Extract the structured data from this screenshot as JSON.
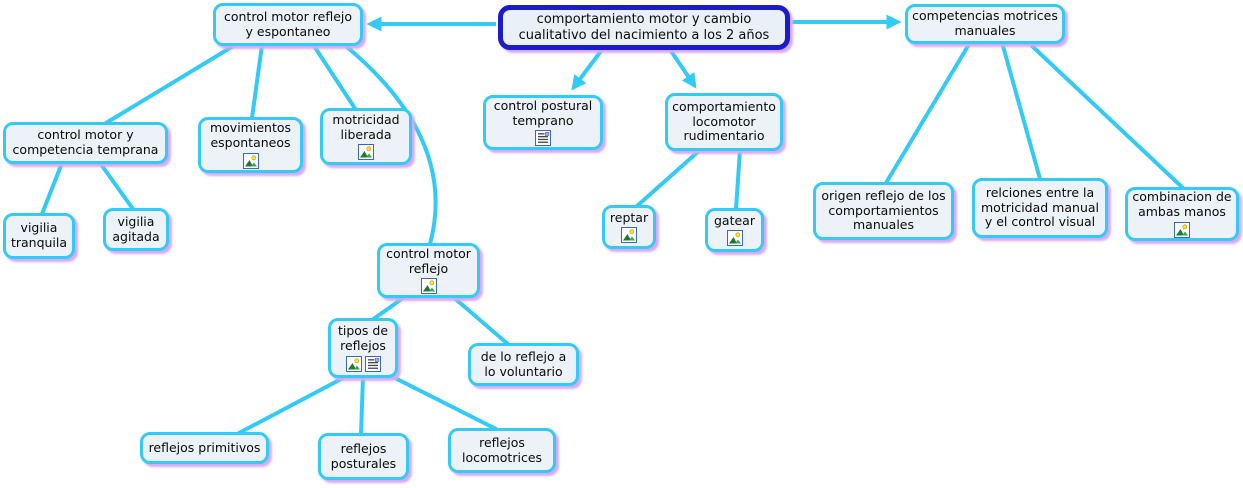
{
  "map": {
    "colors": {
      "node_border": "#33CAF6",
      "central_border": "#1C1CC8",
      "node_fill": "#ECF2F7",
      "shadow": "#D6ABF1",
      "line": "#33CAF6",
      "text": "#0a0a0a"
    },
    "icon_names": {
      "image_resource": "image-resource-icon",
      "document_resource": "document-resource-icon"
    },
    "nodes": {
      "central": {
        "label": "comportamiento motor y cambio cualitativo del nacimiento a los 2 años"
      },
      "control_motor_reflejo_espontaneo": {
        "label": "control motor reflejo y espontaneo"
      },
      "competencias_motrices_manuales": {
        "label": "competencias motrices manuales"
      },
      "control_postural_temprano": {
        "label": "control postural temprano"
      },
      "comportamiento_locomotor_rudimentario": {
        "label": "comportamiento locomotor rudimentario"
      },
      "control_motor_competencia_temprana": {
        "label": "control motor y competencia temprana"
      },
      "movimientos_espontaneos": {
        "label": "movimientos espontaneos"
      },
      "motricidad_liberada": {
        "label": "motricidad liberada"
      },
      "vigilia_tranquila": {
        "label": "vigilia tranquila"
      },
      "vigilia_agitada": {
        "label": "vigilia agitada"
      },
      "control_motor_reflejo": {
        "label": "control motor reflejo"
      },
      "tipos_de_reflejos": {
        "label": "tipos de reflejos"
      },
      "de_lo_reflejo_a_lo_voluntario": {
        "label": "de lo reflejo a lo voluntario"
      },
      "reflejos_primitivos": {
        "label": "reflejos primitivos"
      },
      "reflejos_posturales": {
        "label": "reflejos posturales"
      },
      "reflejos_locomotrices": {
        "label": "reflejos locomotrices"
      },
      "reptar": {
        "label": "reptar"
      },
      "gatear": {
        "label": "gatear"
      },
      "origen_reflejo_comportamientos_manuales": {
        "label": "origen reflejo de los comportamientos manuales"
      },
      "relaciones_motricidad_control_visual": {
        "label": "relciones entre la motricidad manual y el control visual"
      },
      "combinacion_ambas_manos": {
        "label": "combinacion de ambas manos"
      }
    }
  }
}
